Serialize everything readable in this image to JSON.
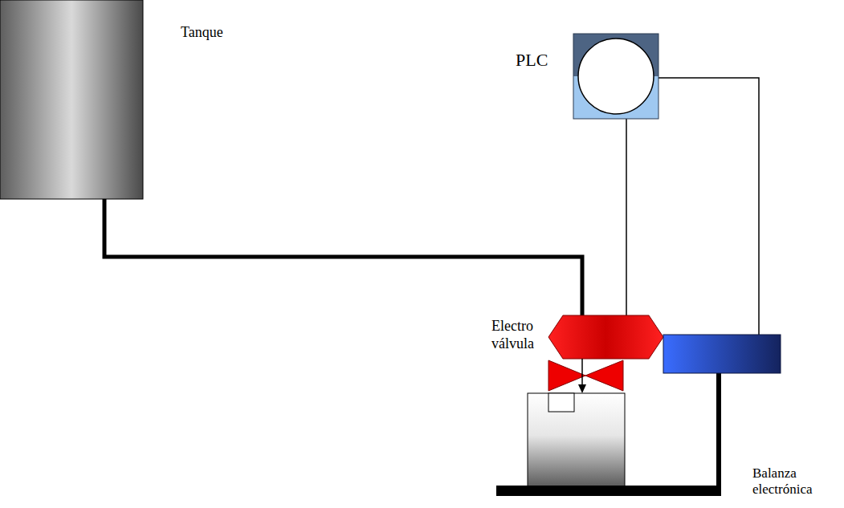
{
  "diagram": {
    "nodes": [
      {
        "text": [
          "Tanque"
        ]
      },
      {
        "text": [
          "PLC"
        ]
      },
      {
        "text": [
          "Electro válvula"
        ]
      },
      {
        "text": [
          "Balanza electrónica"
        ]
      }
    ],
    "edges": [
      {
        "from": 0,
        "to": 2,
        "arrow": "none"
      },
      {
        "from": 1,
        "to": 2,
        "arrow": "none"
      },
      {
        "from": 1,
        "to": 3,
        "arrow": "none"
      }
    ]
  }
}
